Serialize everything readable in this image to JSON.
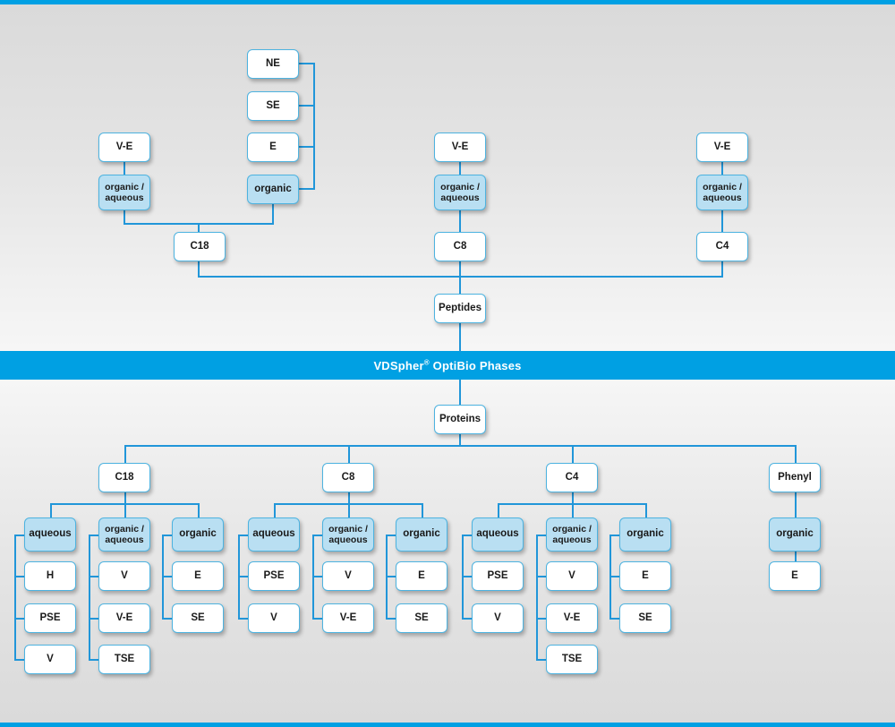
{
  "banner": {
    "brand": "VDSpher",
    "registered": "®",
    "title": " OptiBio Phases"
  },
  "roots": {
    "peptides": "Peptides",
    "proteins": "Proteins"
  },
  "peptides_branch": {
    "columns": [
      {
        "phase": "C18",
        "groups": [
          {
            "label_line1": "organic /",
            "label_line2": "aqueous",
            "shade": "blue",
            "children": [
              "V-E"
            ]
          },
          {
            "label_line1": "organic",
            "label_line2": "",
            "shade": "blue",
            "children": [
              "NE",
              "SE",
              "E"
            ]
          }
        ]
      },
      {
        "phase": "C8",
        "groups": [
          {
            "label_line1": "organic /",
            "label_line2": "aqueous",
            "shade": "blue",
            "children": [
              "V-E"
            ]
          }
        ]
      },
      {
        "phase": "C4",
        "groups": [
          {
            "label_line1": "organic /",
            "label_line2": "aqueous",
            "shade": "blue",
            "children": [
              "V-E"
            ]
          }
        ]
      }
    ]
  },
  "proteins_branch": {
    "columns": [
      {
        "phase": "C18",
        "groups": [
          {
            "label_line1": "aqueous",
            "label_line2": "",
            "shade": "blue",
            "children": [
              "H",
              "PSE",
              "V"
            ]
          },
          {
            "label_line1": "organic /",
            "label_line2": "aqueous",
            "shade": "blue",
            "children": [
              "V",
              "V-E",
              "TSE"
            ]
          },
          {
            "label_line1": "organic",
            "label_line2": "",
            "shade": "blue",
            "children": [
              "E",
              "SE"
            ]
          }
        ]
      },
      {
        "phase": "C8",
        "groups": [
          {
            "label_line1": "aqueous",
            "label_line2": "",
            "shade": "blue",
            "children": [
              "PSE",
              "V"
            ]
          },
          {
            "label_line1": "organic /",
            "label_line2": "aqueous",
            "shade": "blue",
            "children": [
              "V",
              "V-E"
            ]
          },
          {
            "label_line1": "organic",
            "label_line2": "",
            "shade": "blue",
            "children": [
              "E",
              "SE"
            ]
          }
        ]
      },
      {
        "phase": "C4",
        "groups": [
          {
            "label_line1": "aqueous",
            "label_line2": "",
            "shade": "blue",
            "children": [
              "PSE",
              "V"
            ]
          },
          {
            "label_line1": "organic /",
            "label_line2": "aqueous",
            "shade": "blue",
            "children": [
              "V",
              "V-E",
              "TSE"
            ]
          },
          {
            "label_line1": "organic",
            "label_line2": "",
            "shade": "blue",
            "children": [
              "E",
              "SE"
            ]
          }
        ]
      },
      {
        "phase": "Phenyl",
        "groups": [
          {
            "label_line1": "organic",
            "label_line2": "",
            "shade": "blue",
            "children": [
              "E"
            ]
          }
        ]
      }
    ]
  },
  "colors": {
    "accent": "#00a0e3",
    "line": "#2196d9",
    "node_border": "#4db3e0",
    "node_fill": "#ffffff",
    "node_fill_highlight": "#b9dff2",
    "text": "#1a1a1a"
  }
}
